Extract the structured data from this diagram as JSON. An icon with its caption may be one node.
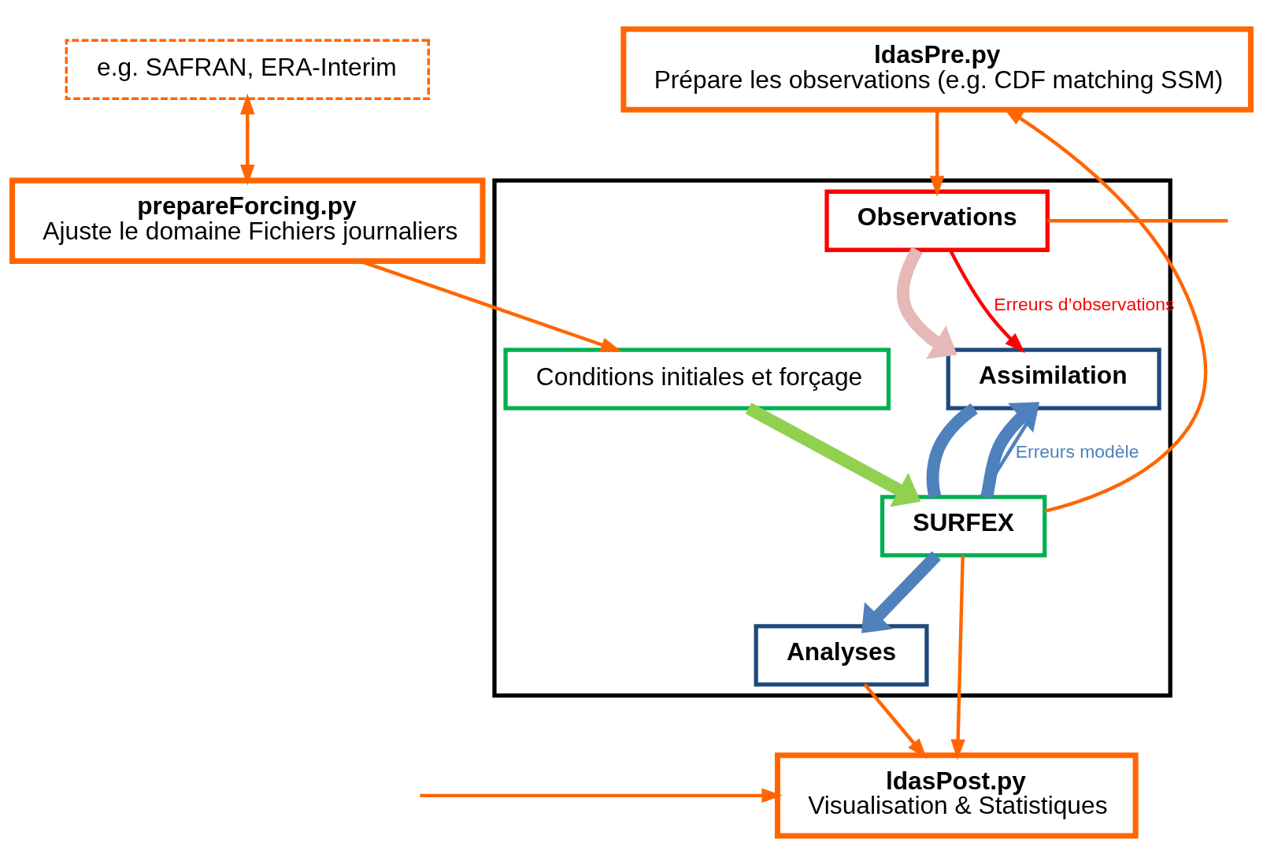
{
  "diagram": {
    "nodes": [
      {
        "text": [
          "e.g. SAFRAN, ERA-Interim"
        ]
      },
      {
        "text": [
          "prepareForcing.py",
          "Ajuste le domaine Fichiers journaliers"
        ]
      },
      {
        "text": [
          "ldasPre.py",
          "Prépare les observations (e.g. CDF matching SSM)"
        ]
      },
      {
        "text": [],
        "shape": "box"
      },
      {
        "text": [
          "Observations"
        ],
        "in": 3
      },
      {
        "text": [
          "Conditions initiales et forçage"
        ],
        "in": 3
      },
      {
        "text": [
          "Assimilation"
        ],
        "in": 3
      },
      {
        "text": [
          "SURFEX"
        ],
        "in": 3
      },
      {
        "text": [
          "Analyses"
        ],
        "in": 3
      },
      {
        "text": [
          "ldasPost.py",
          "Visualisation & Statistiques"
        ]
      }
    ],
    "edges": [
      {
        "from": 0,
        "to": 1,
        "arrow": "both"
      },
      {
        "from": 1,
        "to": 5,
        "arrow": "to"
      },
      {
        "from": 7,
        "to": 2,
        "arrow": "to"
      },
      {
        "from": 2,
        "to": 4,
        "arrow": "to"
      },
      {
        "from": 4,
        "to": 6,
        "arrow": "to",
        "style": "thick",
        "color": "#e6b8b7"
      },
      {
        "from": 4,
        "to": 6,
        "arrow": "to",
        "label": "Erreurs d’observations",
        "color": "#ff0000"
      },
      {
        "from": 5,
        "to": 7,
        "arrow": "to",
        "style": "thick",
        "color": "#92d050"
      },
      {
        "from": 6,
        "to": 7,
        "arrow": "none",
        "style": "thick",
        "color": "#4f81bd"
      },
      {
        "from": 7,
        "to": 6,
        "arrow": "to",
        "style": "thick",
        "color": "#4f81bd"
      },
      {
        "from": 7,
        "to": 6,
        "arrow": "to",
        "label": "Erreurs modèle",
        "color": "#4f81bd"
      },
      {
        "from": 7,
        "to": 8,
        "arrow": "to",
        "style": "thick",
        "color": "#4f81bd"
      },
      {
        "from": 7,
        "to": 9,
        "arrow": "to"
      },
      {
        "from": 8,
        "to": 9,
        "arrow": "to"
      },
      {
        "from": 4,
        "to": null,
        "arrow": "none"
      },
      {
        "from": null,
        "to": 9,
        "arrow": "to"
      }
    ]
  }
}
